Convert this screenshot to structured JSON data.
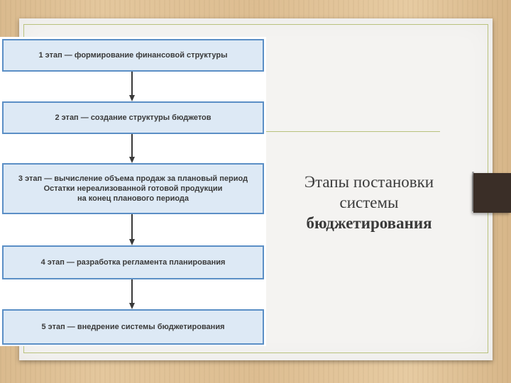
{
  "slide": {
    "title_line1": "Этапы постановки",
    "title_line2": "системы",
    "title_line3": "бюджетирования"
  },
  "flowchart": {
    "steps": [
      {
        "lines": [
          "1 этап — формирование финансовой структуры"
        ]
      },
      {
        "lines": [
          "2 этап — создание структуры бюджетов"
        ]
      },
      {
        "lines": [
          "3 этап — вычисление объема продаж за плановый период",
          "Остатки нереализованной готовой продукции",
          "на конец планового периода"
        ]
      },
      {
        "lines": [
          "4 этап — разработка регламента планирования"
        ]
      },
      {
        "lines": [
          "5 этап — внедрение системы бюджетирования"
        ]
      }
    ]
  },
  "colors": {
    "step_fill": "#dde9f5",
    "step_border": "#5b8fc6",
    "accent_line": "#b9c27d",
    "bookmark": "#3a2e27"
  }
}
